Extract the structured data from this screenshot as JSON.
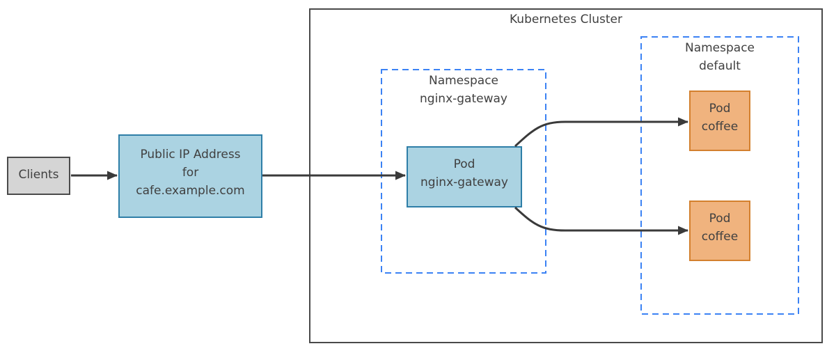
{
  "diagram_title": "Kubernetes Cluster",
  "nodes": {
    "clients": {
      "label": "Clients"
    },
    "public_ip": {
      "line1": "Public IP Address",
      "line2": "for",
      "line3": "cafe.example.com"
    },
    "namespace_gateway": {
      "line1": "Namespace",
      "line2": "nginx-gateway"
    },
    "pod_gateway": {
      "line1": "Pod",
      "line2": "nginx-gateway"
    },
    "namespace_default": {
      "line1": "Namespace",
      "line2": "default"
    },
    "pod_coffee_top": {
      "line1": "Pod",
      "line2": "coffee"
    },
    "pod_coffee_bottom": {
      "line1": "Pod",
      "line2": "coffee"
    }
  },
  "colors": {
    "gray-fill": "#d5d5d5",
    "gray-stroke": "#4a4a4a",
    "blue-fill": "#abd3e2",
    "blue-stroke": "#2e7ea7",
    "orange-fill": "#f0b37e",
    "orange-stroke": "#d3802e",
    "dash-blue": "#3b82f4",
    "cluster-stroke": "#4a4a4a",
    "arrow": "#3a3a3a",
    "text": "#404040",
    "canvas-bg": "#ffffff"
  }
}
